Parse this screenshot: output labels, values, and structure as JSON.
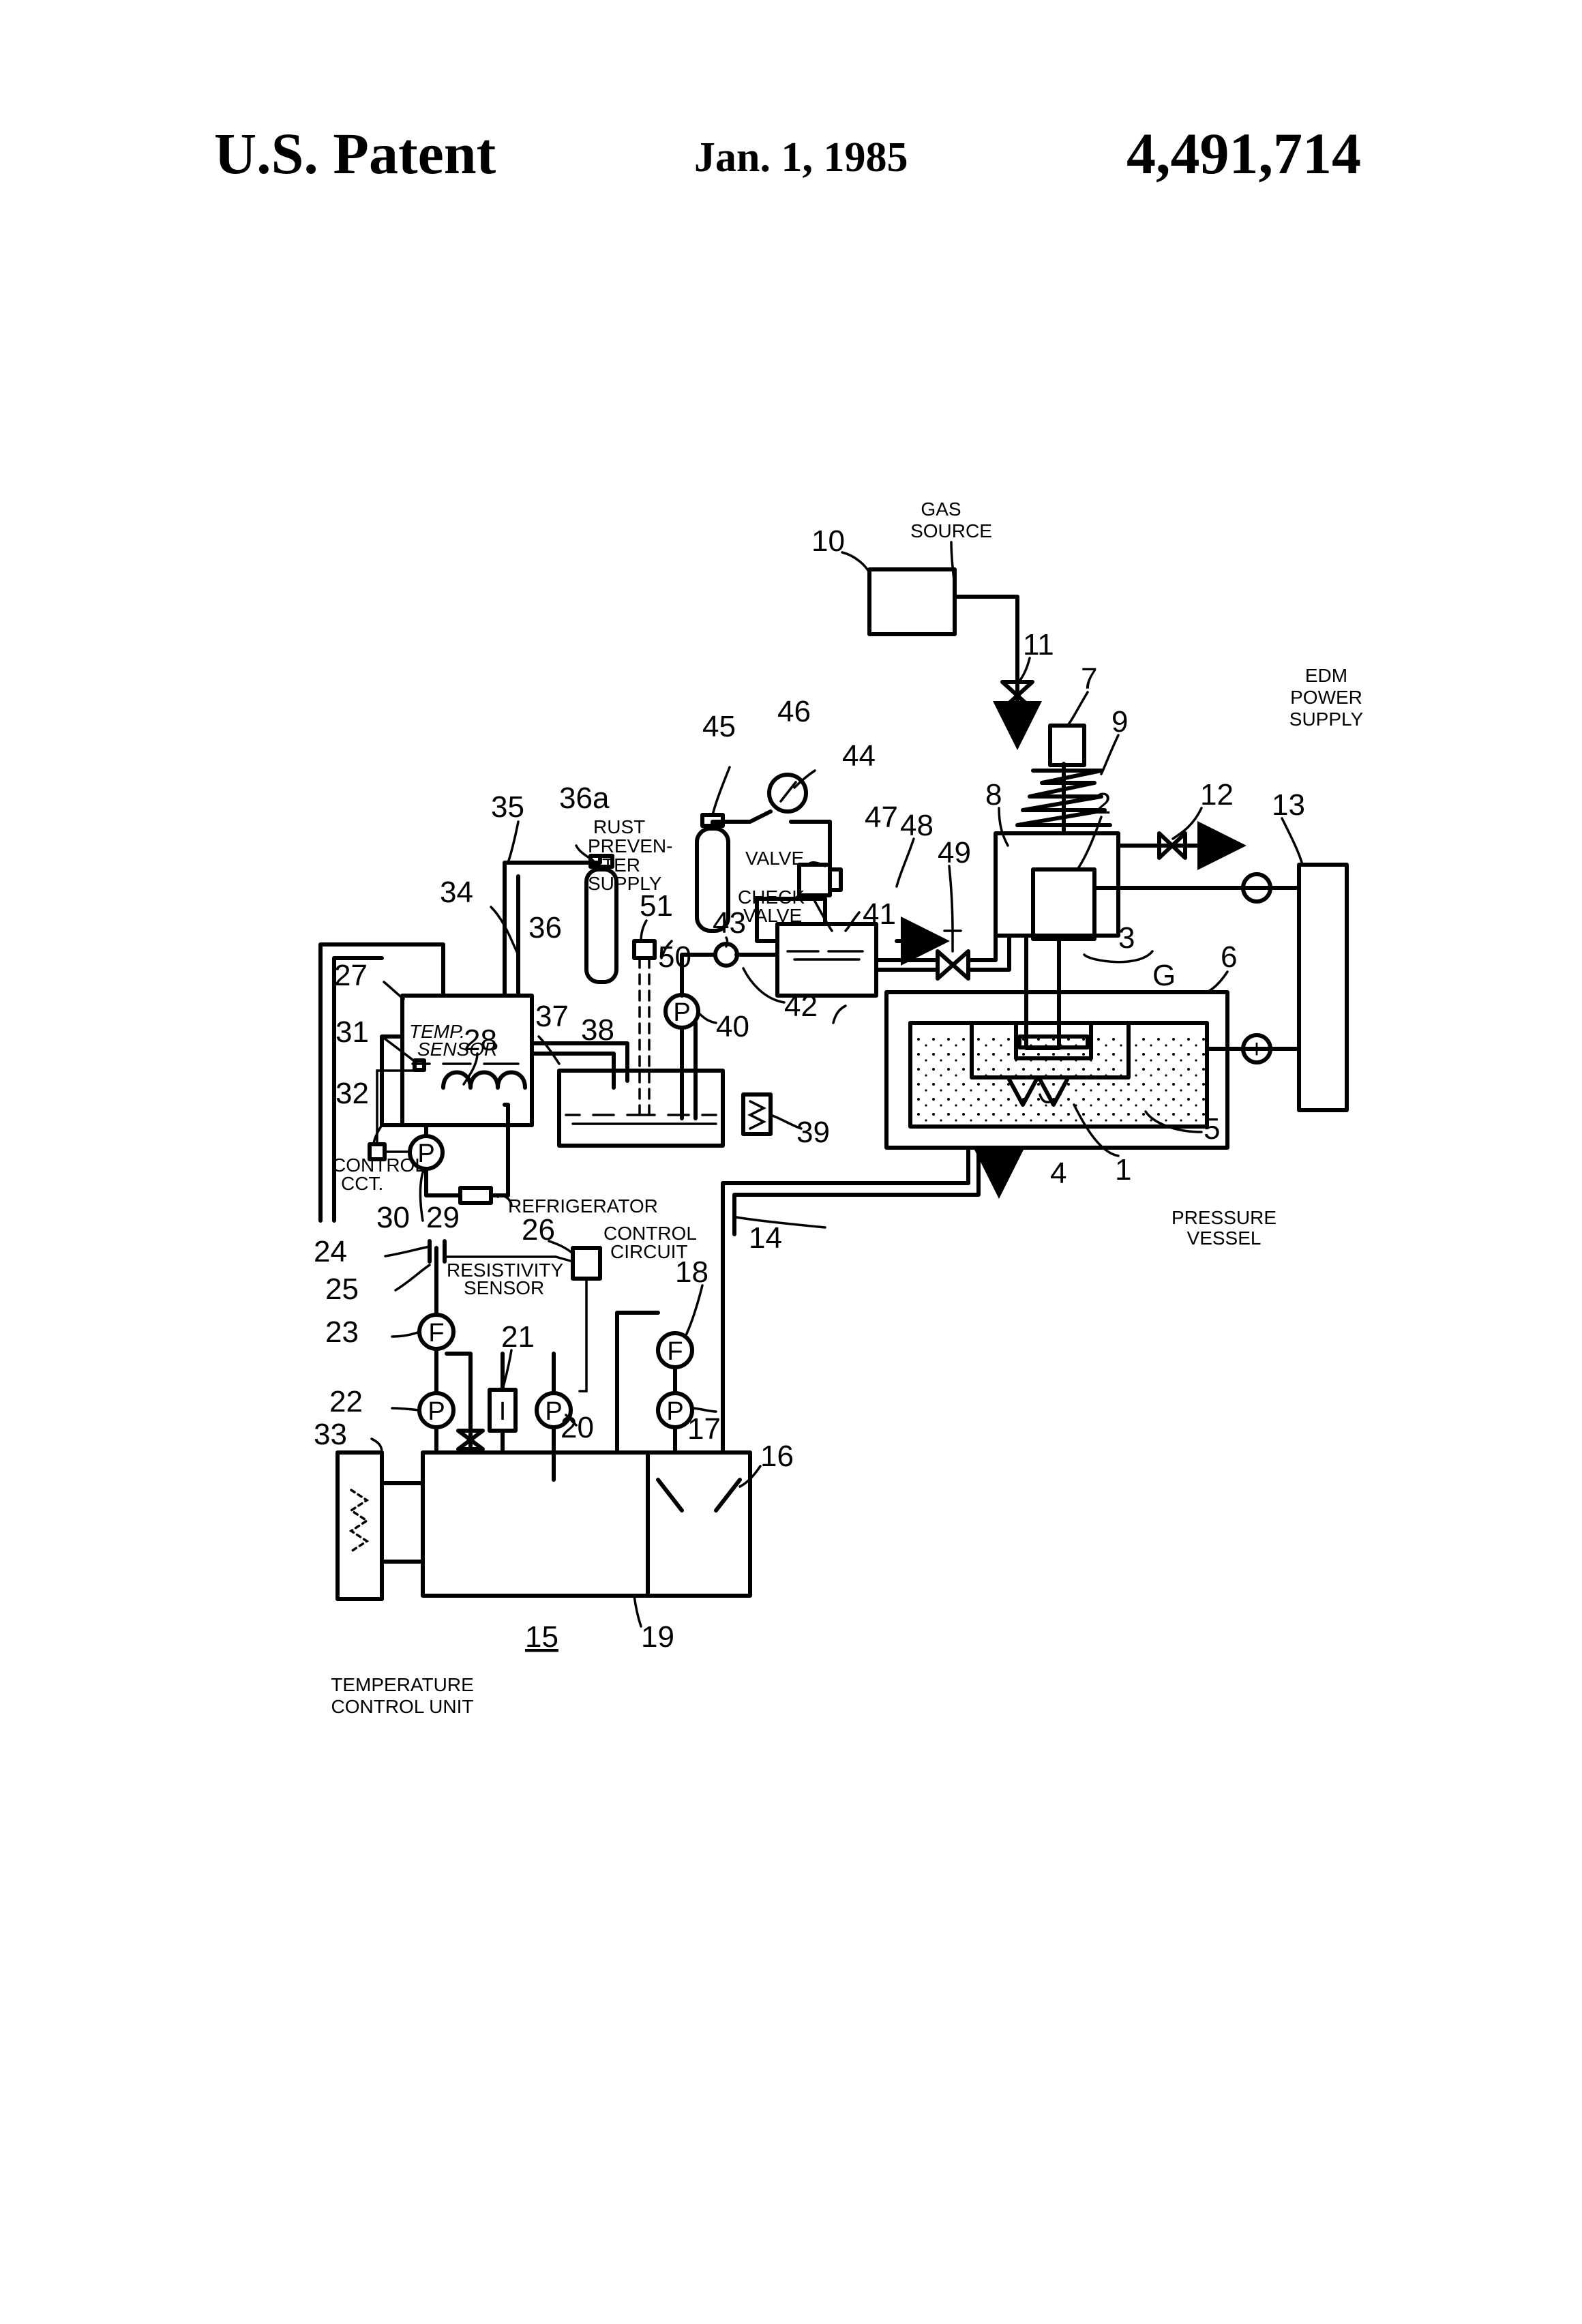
{
  "header": {
    "left": "U.S. Patent",
    "date": "Jan. 1, 1985",
    "patent_number": "4,491,714"
  },
  "labels": {
    "gas_source": [
      "GAS",
      "SOURCE"
    ],
    "edm_power_supply": [
      "EDM",
      "POWER",
      "SUPPLY"
    ],
    "rust_preventer_supply": [
      "RUST",
      "PREVEN-",
      "TER",
      "SUPPLY"
    ],
    "valve": "VALVE",
    "check_valve": [
      "CHECK",
      "VALVE"
    ],
    "temp_sensor": [
      "TEMP.",
      "SENSOR"
    ],
    "control_cct": [
      "CONTROL",
      "CCT."
    ],
    "refrigerator": "REFRIGERATOR",
    "control_circuit": [
      "CONTROL",
      "CIRCUIT"
    ],
    "resistivity_sensor": [
      "RESISTIVITY",
      "SENSOR"
    ],
    "pressure_vessel": [
      "PRESSURE",
      "VESSEL"
    ],
    "temperature_control_unit": [
      "TEMPERATURE",
      "CONTROL UNIT"
    ],
    "gap": "G"
  },
  "symbols": {
    "pump": "P",
    "filter": "F",
    "ion_exchanger": "I",
    "minus": "−",
    "plus": "+"
  },
  "reference_numerals": {
    "n1": "1",
    "n2": "2",
    "n3": "3",
    "n4": "4",
    "n5": "5",
    "n6": "6",
    "n7": "7",
    "n8": "8",
    "n9": "9",
    "n10": "10",
    "n11": "11",
    "n12": "12",
    "n13": "13",
    "n14": "14",
    "n15": "15",
    "n16": "16",
    "n17": "17",
    "n18": "18",
    "n19": "19",
    "n20": "20",
    "n21": "21",
    "n22": "22",
    "n23": "23",
    "n24": "24",
    "n25": "25",
    "n26": "26",
    "n27": "27",
    "n28": "28",
    "n29": "29",
    "n30": "30",
    "n31": "31",
    "n32": "32",
    "n33": "33",
    "n34": "34",
    "n35": "35",
    "n36": "36",
    "n36a": "36a",
    "n37": "37",
    "n38": "38",
    "n39": "39",
    "n40": "40",
    "n41": "41",
    "n42": "42",
    "n43": "43",
    "n44": "44",
    "n45": "45",
    "n46": "46",
    "n47": "47",
    "n48": "48",
    "n49": "49",
    "n50": "50",
    "n51": "51"
  }
}
